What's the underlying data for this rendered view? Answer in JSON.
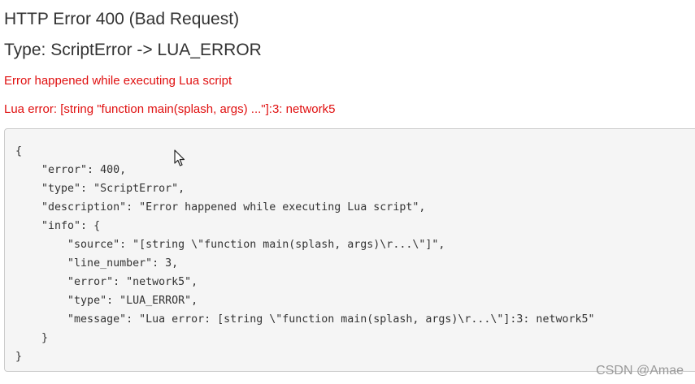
{
  "error_page": {
    "title": "HTTP Error 400 (Bad Request)",
    "type_line": "Type: ScriptError -> LUA_ERROR",
    "message_1": "Error happened while executing Lua script",
    "message_2": "Lua error: [string \"function main(splash, args) ...\"]:3: network5"
  },
  "json_dump": {
    "lines": [
      "{",
      "    \"error\": 400,",
      "    \"type\": \"ScriptError\",",
      "    \"description\": \"Error happened while executing Lua script\",",
      "    \"info\": {",
      "        \"source\": \"[string \\\"function main(splash, args)\\r...\\\"]\",",
      "        \"line_number\": 3,",
      "        \"error\": \"network5\",",
      "        \"type\": \"LUA_ERROR\",",
      "        \"message\": \"Lua error: [string \\\"function main(splash, args)\\r...\\\"]:3: network5\"",
      "    }",
      "}"
    ]
  },
  "watermark": "CSDN @Amae",
  "icons": {
    "cursor": "mouse-pointer-icon"
  },
  "colors": {
    "error_text": "#e01010",
    "heading_text": "#333333",
    "code_background": "#f5f5f5",
    "code_border": "#cccccc"
  }
}
